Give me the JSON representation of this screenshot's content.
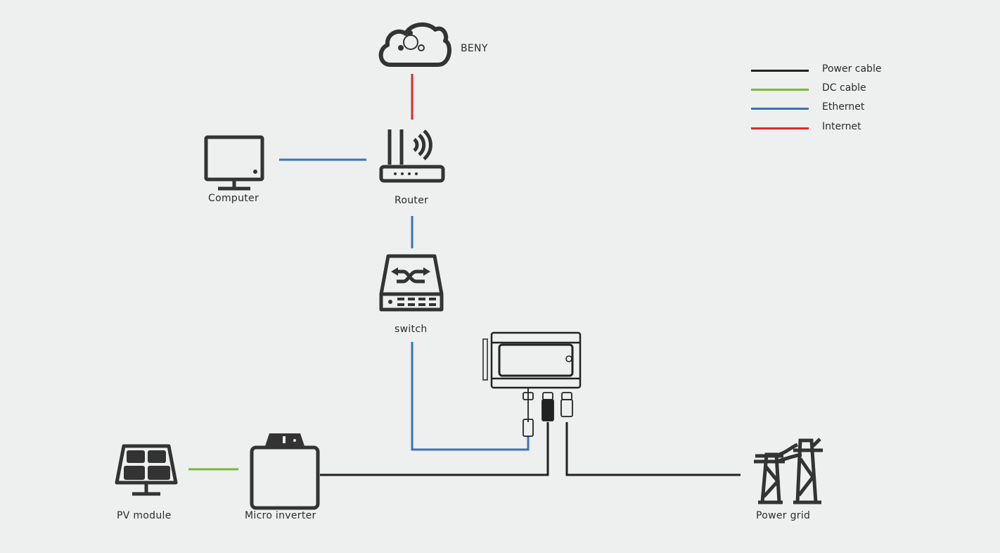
{
  "nodes": {
    "cloud": {
      "label": "BENY",
      "icon": "cloud-network-icon"
    },
    "router": {
      "label": "Router",
      "icon": "wifi-router-icon"
    },
    "computer": {
      "label": "Computer",
      "icon": "monitor-icon"
    },
    "switch": {
      "label": "switch",
      "icon": "network-switch-icon"
    },
    "meter": {
      "icon": "smart-meter-device-icon"
    },
    "pv": {
      "label": "PV module",
      "icon": "solar-panel-icon"
    },
    "inverter": {
      "label": "Micro inverter",
      "icon": "micro-inverter-icon"
    },
    "grid": {
      "label": "Power grid",
      "icon": "power-tower-icon"
    }
  },
  "legend": [
    {
      "label": "Power cable",
      "color": "#231f20"
    },
    {
      "label": "DC cable",
      "color": "#7ab833"
    },
    {
      "label": "Ethernet",
      "color": "#3a73b9"
    },
    {
      "label": "Internet",
      "color": "#e0272b"
    }
  ],
  "connections": [
    {
      "from": "cloud",
      "to": "router",
      "type": "Internet"
    },
    {
      "from": "computer",
      "to": "router",
      "type": "Ethernet"
    },
    {
      "from": "router",
      "to": "switch",
      "type": "Ethernet"
    },
    {
      "from": "switch",
      "to": "meter",
      "type": "Ethernet"
    },
    {
      "from": "pv",
      "to": "inverter",
      "type": "DC cable"
    },
    {
      "from": "inverter",
      "to": "meter",
      "type": "Power cable"
    },
    {
      "from": "meter",
      "to": "grid",
      "type": "Power cable"
    }
  ]
}
